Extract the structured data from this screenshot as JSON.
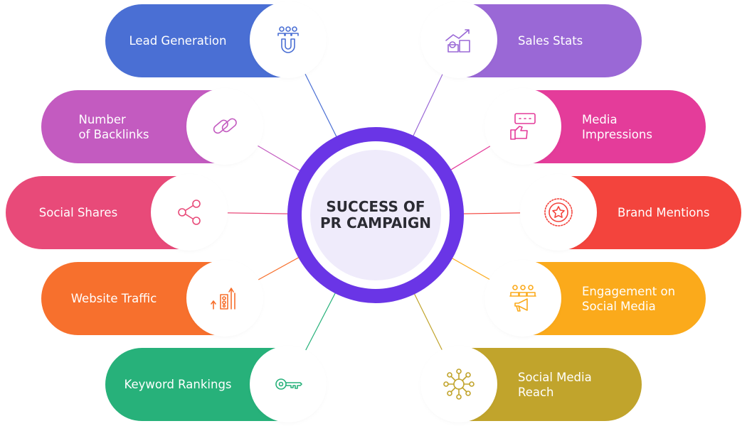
{
  "center": {
    "title": "SUCCESS OF\nPR CAMPAIGN",
    "ring_color": "#6a35e6"
  },
  "left_items": [
    {
      "label": "Lead Generation",
      "icon": "magnet-people-icon",
      "color": "#4a6fd4"
    },
    {
      "label": "Number\nof Backlinks",
      "icon": "link-icon",
      "color": "#c35bc0"
    },
    {
      "label": "Social Shares",
      "icon": "share-icon",
      "color": "#e84a79"
    },
    {
      "label": "Website Traffic",
      "icon": "traffic-chart-icon",
      "color": "#f7702d"
    },
    {
      "label": "Keyword Rankings",
      "icon": "key-icon",
      "color": "#27b17a"
    }
  ],
  "right_items": [
    {
      "label": "Sales Stats",
      "icon": "sales-chart-icon",
      "color": "#9a68d6"
    },
    {
      "label": "Media\nImpressions",
      "icon": "rating-thumbs-icon",
      "color": "#e43c9a"
    },
    {
      "label": "Brand Mentions",
      "icon": "star-badge-icon",
      "color": "#f3443d"
    },
    {
      "label": "Engagement on\nSocial Media",
      "icon": "megaphone-people-icon",
      "color": "#fbaa1b"
    },
    {
      "label": "Social Media\nReach",
      "icon": "network-icon",
      "color": "#c1a42c"
    }
  ]
}
